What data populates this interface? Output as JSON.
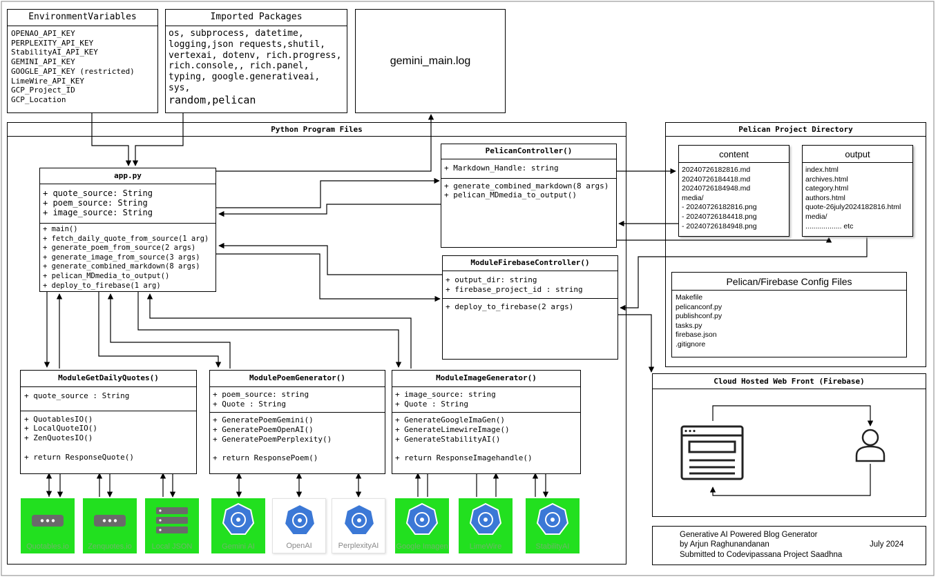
{
  "env": {
    "title": "EnvironmentVariables",
    "items": [
      "OPENAO_API_KEY",
      "PERPLEXITY_API_KEY",
      "StabilityAI_API_KEY",
      "GEMINI_API_KEY",
      "GOOGLE_API_KEY (restricted)",
      "LimeWire_API_KEY",
      "GCP_Project_ID",
      "GCP_Location"
    ]
  },
  "packages": {
    "title": "Imported Packages",
    "lines": [
      "os, subprocess, datetime,",
      "logging,json requests,shutil,",
      "vertexai, dotenv, rich.progress,",
      "rich.console,, rich.panel,",
      "typing, google.generativeai,",
      "sys,"
    ],
    "last_line": "random,pelican"
  },
  "log": {
    "name": "gemini_main.log"
  },
  "python_files": {
    "title": "Python Program Files"
  },
  "app": {
    "title": "app.py",
    "attributes": [
      "+ quote_source: String",
      "+ poem_source: String",
      "+ image_source: String"
    ],
    "methods": [
      "+ main()",
      "+ fetch_daily_quote_from_source(1 arg)",
      "+ generate_poem_from_source(2 args)",
      "+ generate_image_from_source(3 args)",
      "+ generate_combined_markdown(8 args)",
      "+ pelican_MDmedia_to_output()",
      "+ deploy_to_firebase(1 arg)"
    ]
  },
  "pelican_controller": {
    "title": "PelicanController()",
    "attributes": [
      "+ Markdown_Handle: string"
    ],
    "methods": [
      "+ generate_combined_markdown(8 args)",
      "+ pelican_MDmedia_to_output()"
    ]
  },
  "firebase_controller": {
    "title": "ModuleFirebaseController()",
    "attributes": [
      "+ output_dir: string",
      "+ firebase_project_id : string"
    ],
    "methods": [
      "+ deploy_to_firebase(2 args)"
    ]
  },
  "quotes_module": {
    "title": "ModuleGetDailyQuotes()",
    "attributes": [
      "+ quote_source : String"
    ],
    "methods": [
      "+ QuotablesIO()",
      "+ LocalQuoteIO()",
      "+ ZenQuotesIO()",
      "",
      "+ return ResponseQuote()"
    ]
  },
  "poem_module": {
    "title": "ModulePoemGenerator()",
    "attributes": [
      "+ poem_source: string",
      "+ Quote : String"
    ],
    "methods": [
      "+ GeneratePoemGemini()",
      "+ GeneratePoemOpenAI()",
      "+ GeneratePoemPerplexity()",
      "",
      "+ return ResponsePoem()"
    ]
  },
  "image_module": {
    "title": "ModuleImageGenerator()",
    "attributes": [
      "+ image_source: string",
      "+ Quote : String"
    ],
    "methods": [
      "+ GenerateGoogleImaGen()",
      "+ GenerateLimewireImage()",
      "+ GenerateStabilityAI()",
      "",
      "+ return ResponseImagehandle()"
    ]
  },
  "pelican_dir": {
    "title": "Pelican Project Directory"
  },
  "content": {
    "title": "content",
    "files": [
      "20240726182816.md",
      "20240726184418.md",
      "20240726184948.md",
      "media/",
      "- 20240726182816.png",
      "- 20240726184418.png",
      "- 20240726184948.png"
    ]
  },
  "output": {
    "title": "output",
    "files": [
      "index.html",
      "archives.html",
      "category.html",
      "authors.html",
      "quote-26july2024182816.html",
      "media/",
      ".................. etc"
    ]
  },
  "config": {
    "title": "Pelican/Firebase Config Files",
    "files": [
      "Makefile",
      "pelicanconf.py",
      "publishconf.py",
      "tasks.py",
      "firebase.json",
      ".gitignore"
    ]
  },
  "cloud": {
    "title": "Cloud Hosted Web Front (Firebase)"
  },
  "footer": {
    "line1": "Generative AI Powered Blog Generator",
    "line2": "by Arjun Raghunandanan",
    "line3": "Submitted to Codevipassana Project Saadhna",
    "date": "July 2024"
  },
  "sources": [
    "Quotables.io",
    "Zenquotes.io",
    "Local JSON",
    "Gemini AI",
    "OpenAI",
    "PerplexityAI",
    "Google Imagen",
    "LimeWire",
    "StabilityAI"
  ],
  "colors": {
    "source_green": "#22e01f",
    "ai_blue": "#3b78d6"
  }
}
